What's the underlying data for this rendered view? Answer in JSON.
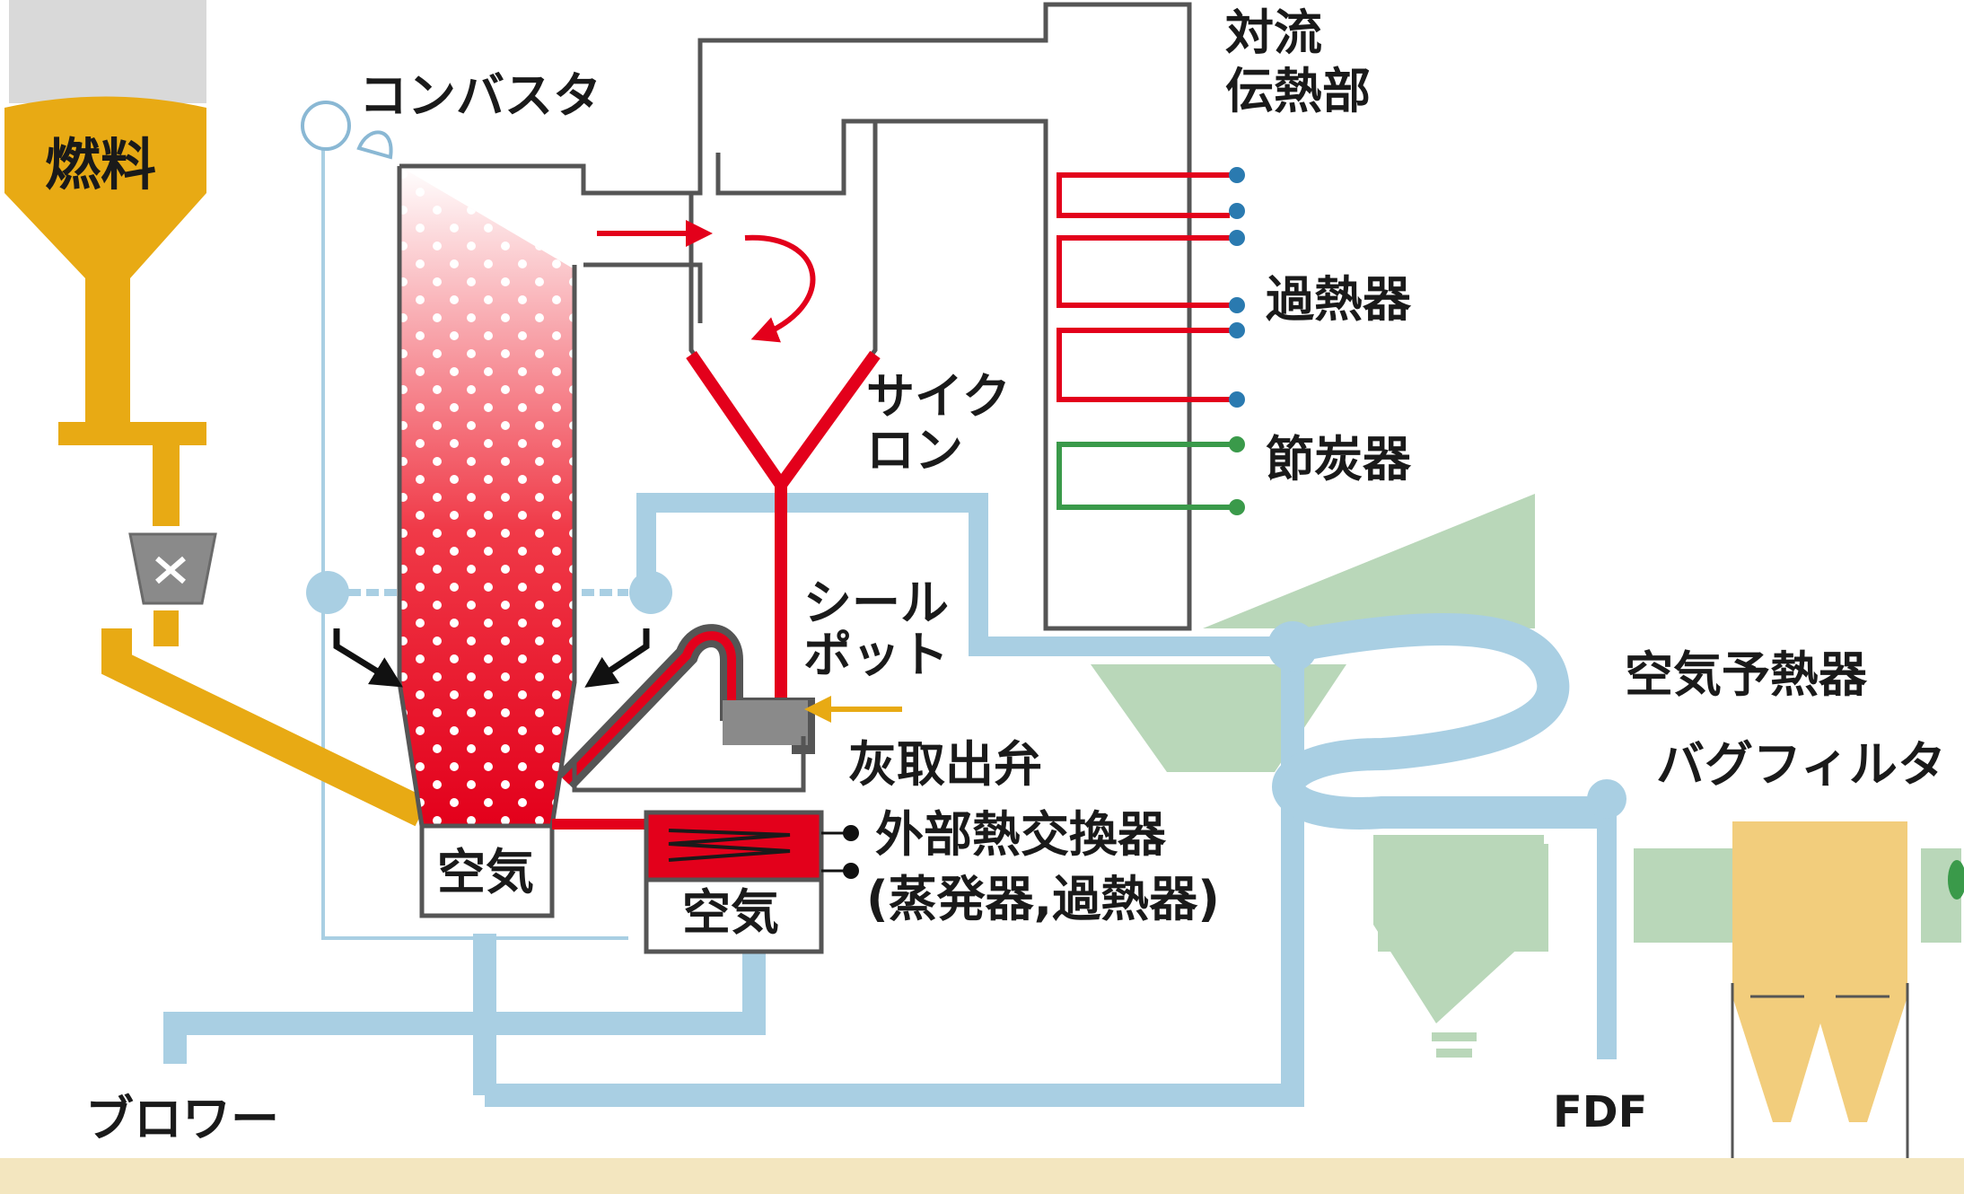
{
  "labels": {
    "fuel": "燃料",
    "combustor": "コンバスタ",
    "convection_line1": "対流",
    "convection_line2": "伝熱部",
    "superheater": "過熱器",
    "economizer": "節炭器",
    "cyclone_line1": "サイク",
    "cyclone_line2": "ロン",
    "seal_pot_line1": "シール",
    "seal_pot_line2": "ポット",
    "ash_valve": "灰取出弁",
    "air_preheater": "空気予熱器",
    "bag_filter": "バグフィルタ",
    "external_hx": "外部熱交換器",
    "external_hx_sub": "(蒸発器,過熱器)",
    "air_furnace": "空気",
    "air_hx": "空気",
    "blower": "ブロワー",
    "fdf": "FDF"
  },
  "colors": {
    "fuel": "#e8aa14",
    "hot": "#e3001b",
    "air": "#a9cfe3",
    "outline": "#555555",
    "economizer": "#3a9a4a",
    "gas_path": "#b9d7b9",
    "filter": "#f2cd7c",
    "ground": "#f3e6bf",
    "header_dot": "#2a7ab0"
  },
  "icons": {
    "rotary_valve": "rotary-valve-x-icon"
  }
}
